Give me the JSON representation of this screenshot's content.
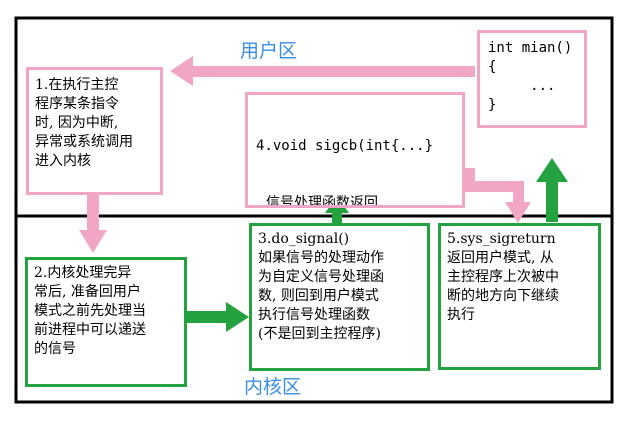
{
  "colors": {
    "pink": "#f2a6c6",
    "green": "#24a23f",
    "frame": "#000000",
    "zone_label": "#3a8ee6"
  },
  "zones": {
    "user_label": "用户区",
    "kernel_label": "内核区"
  },
  "boxes": {
    "main_code": "int mian()\n{\n     ...\n}",
    "step1": "1.在执行主控\n程序某条指令\n时, 因为中断,\n异常或系统调用\n进入内核",
    "step2": "2.内核处理完异\n常后, 准备回用户\n模式之前先处理当\n前进程中可以递送\n的信号",
    "step3": "3.do_signal()\n如果信号的处理动作\n为自定义信号处理函\n数, 则回到用户模式\n执行信号处理函数\n(不是回到主控程序)",
    "step4_title": "4.void sigcb(int{...}",
    "step4_body": "信号处理函数返回\n时执行特殊的系统\n调用sigreturn再\n次进入内核",
    "step5": "5.sys_sigreturn\n返回用户模式, 从\n主控程序上次被中\n断的地方向下继续\n执行"
  }
}
